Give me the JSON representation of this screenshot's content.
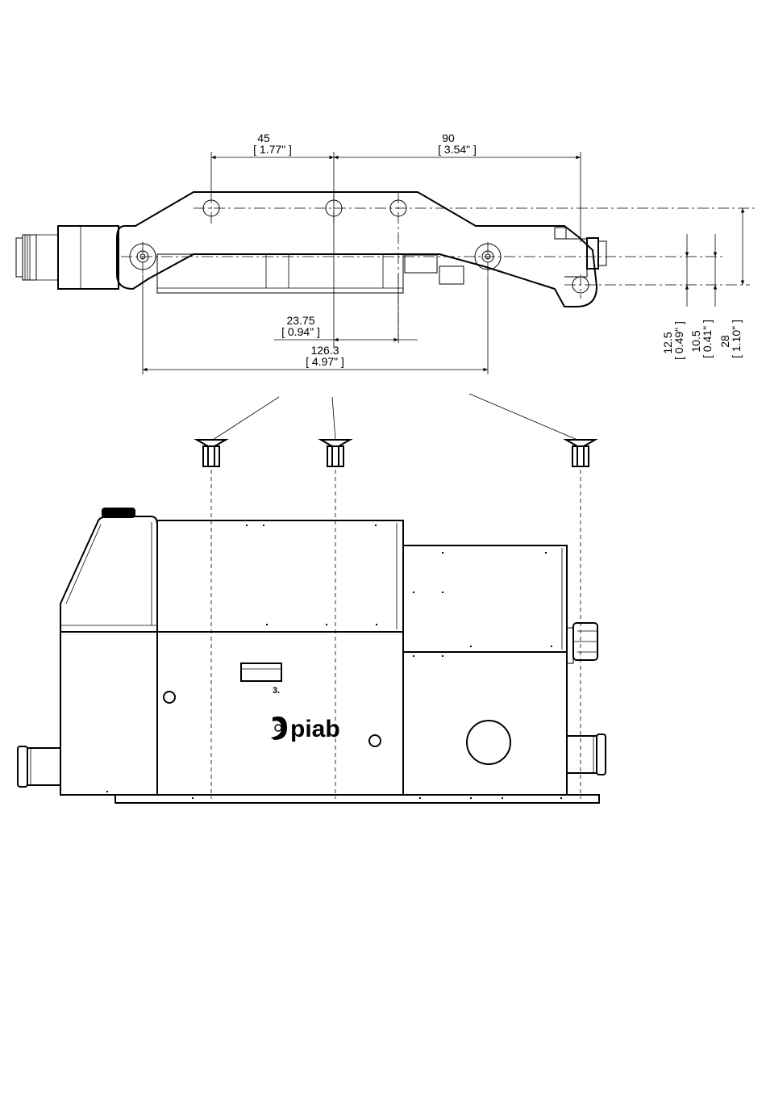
{
  "dimensions": {
    "d45": {
      "mm": "45",
      "inch": "[ 1.77\" ]"
    },
    "d90": {
      "mm": "90",
      "inch": "[ 3.54\" ]"
    },
    "d23_75": {
      "mm": "23.75",
      "inch": "[ 0.94\" ]"
    },
    "d126_3": {
      "mm": "126.3",
      "inch": "[ 4.97\" ]"
    },
    "d12_5": {
      "mm": "12.5",
      "inch": "[ 0.49\" ]"
    },
    "d10_5": {
      "mm": "10.5",
      "inch": "[ 0.41\" ]"
    },
    "d28": {
      "mm": "28",
      "inch": "[ 1.10\" ]"
    }
  },
  "labels": {
    "callout": "3.",
    "brand": "piab"
  }
}
